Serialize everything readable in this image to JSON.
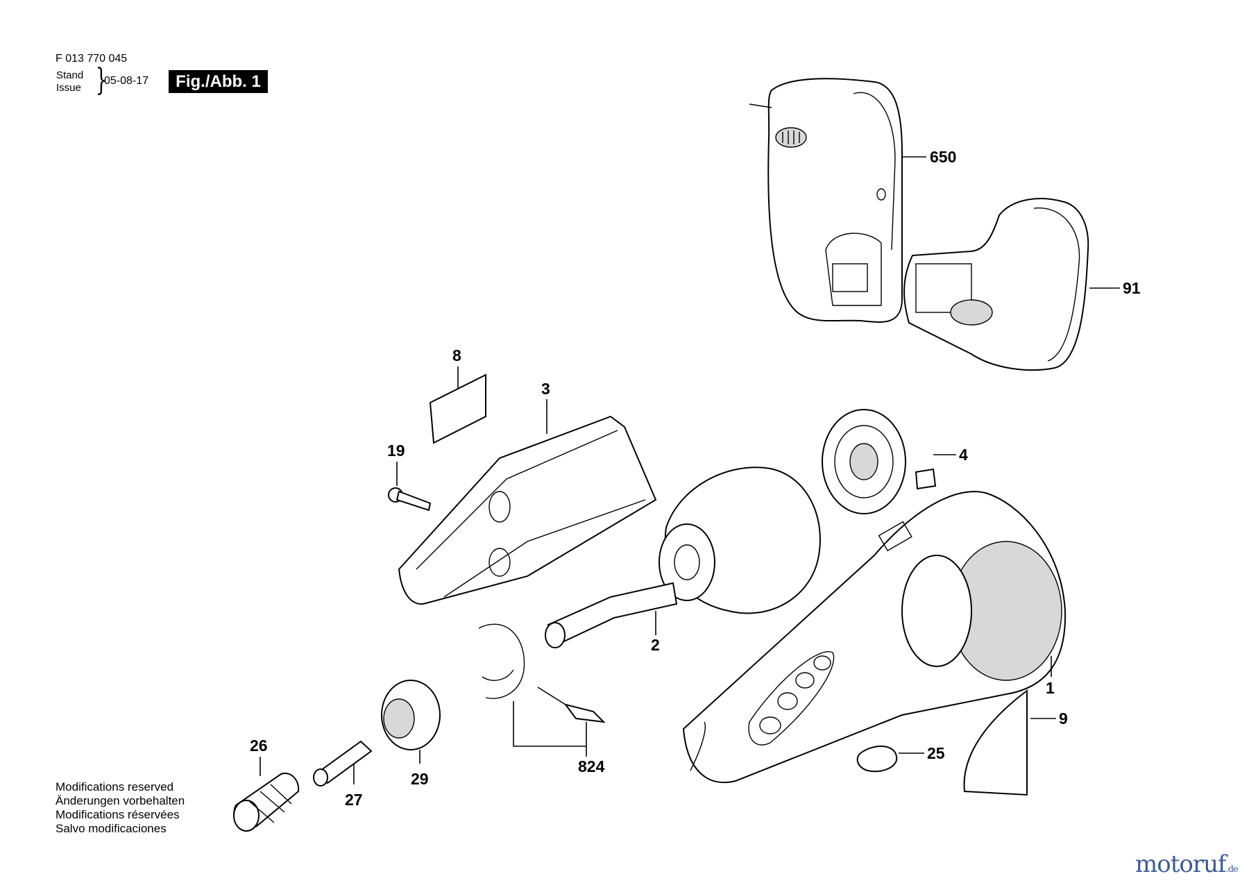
{
  "header": {
    "doc_number": "F 013 770 045",
    "stand_label": "Stand",
    "issue_label": "Issue",
    "date": "05-08-17",
    "figure_label": "Fig./Abb. 1"
  },
  "footer": {
    "modifications": [
      "Modifications reserved",
      "Änderungen vorbehalten",
      "Modifications réservées",
      "Salvo modificaciones"
    ]
  },
  "watermark": {
    "text": "motoruf",
    "suffix": ".de"
  },
  "part_labels": {
    "p650": "650",
    "p91": "91",
    "p8": "8",
    "p3": "3",
    "p19": "19",
    "p4": "4",
    "p2": "2",
    "p1": "1",
    "p9": "9",
    "p824": "824",
    "p25": "25",
    "p26": "26",
    "p27": "27",
    "p29": "29"
  }
}
